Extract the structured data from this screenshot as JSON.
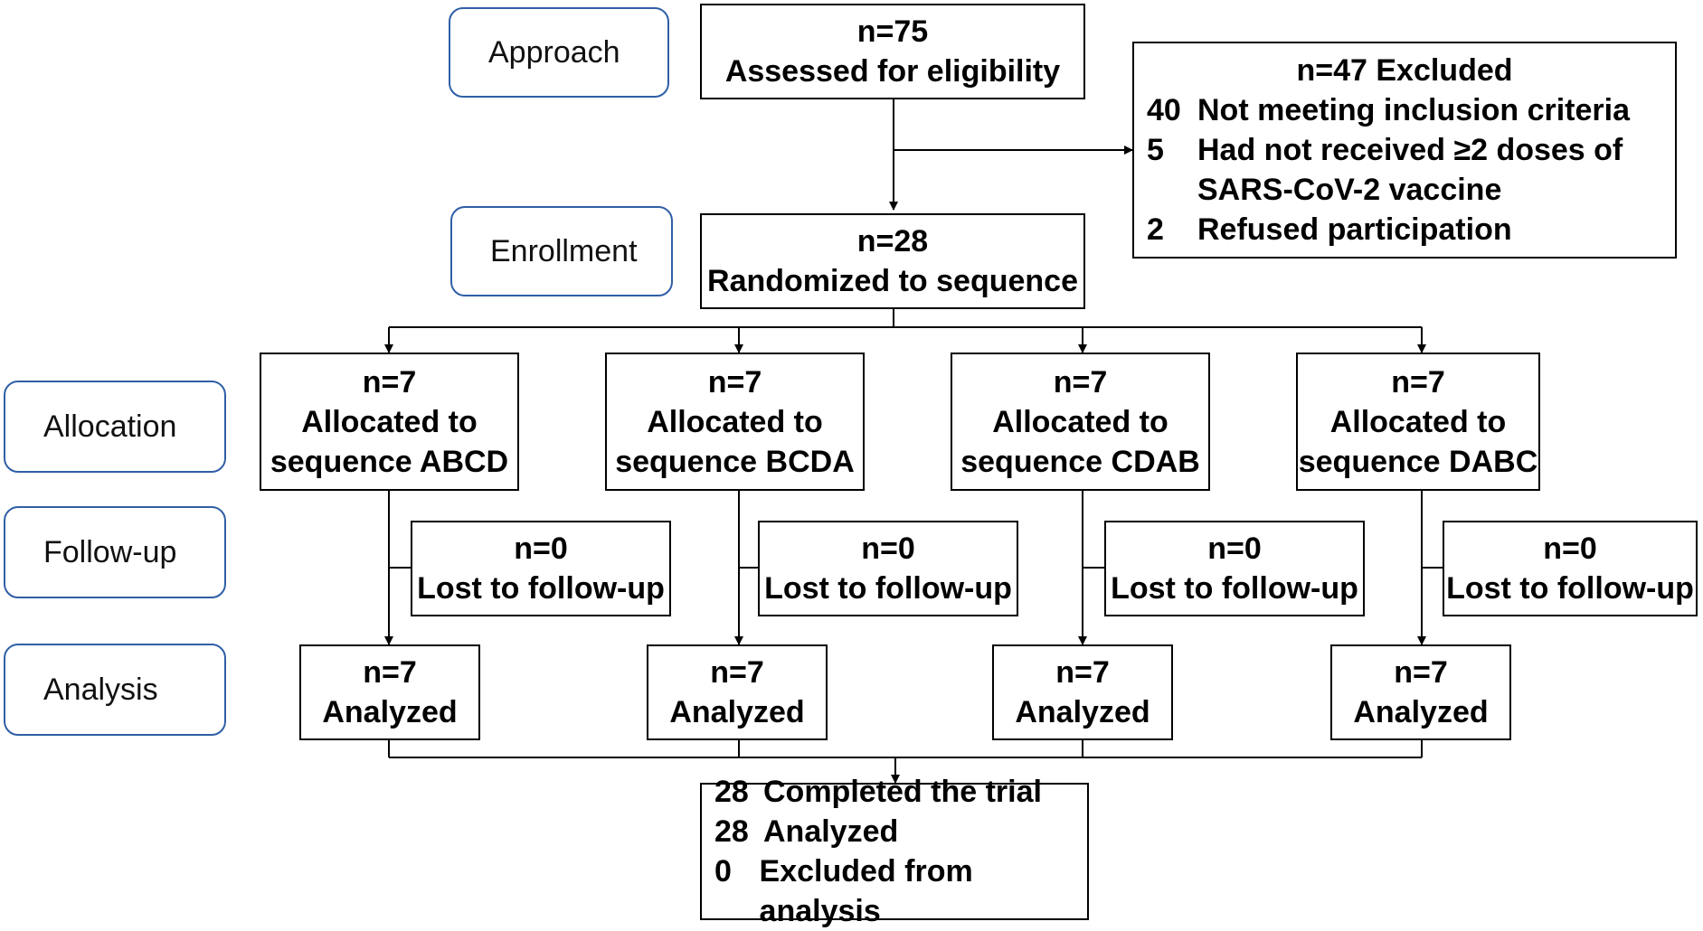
{
  "stages": {
    "approach": "Approach",
    "enrollment": "Enrollment",
    "allocation": "Allocation",
    "follow_up": "Follow-up",
    "analysis": "Analysis"
  },
  "assessed": {
    "n": "n=75",
    "label": "Assessed for eligibility"
  },
  "excluded": {
    "title": "n=47 Excluded",
    "items": [
      {
        "num": "40",
        "text": "Not meeting inclusion criteria"
      },
      {
        "num": "5",
        "text": "Had not received ≥2 doses of"
      },
      {
        "num": "",
        "text": "SARS-CoV-2 vaccine"
      },
      {
        "num": "2",
        "text": "Refused participation"
      }
    ]
  },
  "randomized": {
    "n": "n=28",
    "label": "Randomized to sequence"
  },
  "arms": [
    {
      "alloc_n": "n=7",
      "alloc_l1": "Allocated to",
      "alloc_l2": "sequence ABCD",
      "lost_n": "n=0",
      "lost_label": "Lost to follow-up",
      "an_n": "n=7",
      "an_label": "Analyzed"
    },
    {
      "alloc_n": "n=7",
      "alloc_l1": "Allocated to",
      "alloc_l2": "sequence BCDA",
      "lost_n": "n=0",
      "lost_label": "Lost to follow-up",
      "an_n": "n=7",
      "an_label": "Analyzed"
    },
    {
      "alloc_n": "n=7",
      "alloc_l1": "Allocated to",
      "alloc_l2": "sequence CDAB",
      "lost_n": "n=0",
      "lost_label": "Lost to follow-up",
      "an_n": "n=7",
      "an_label": "Analyzed"
    },
    {
      "alloc_n": "n=7",
      "alloc_l1": "Allocated to",
      "alloc_l2": "sequence DABC",
      "lost_n": "n=0",
      "lost_label": "Lost to follow-up",
      "an_n": "n=7",
      "an_label": "Analyzed"
    }
  ],
  "final": {
    "items": [
      {
        "num": "28",
        "text": "Completed the trial"
      },
      {
        "num": "28",
        "text": "Analyzed"
      },
      {
        "num": "0",
        "text": "Excluded from analysis"
      }
    ]
  },
  "colors": {
    "stage_border": "#2f5fa6",
    "box_border": "#000000"
  }
}
